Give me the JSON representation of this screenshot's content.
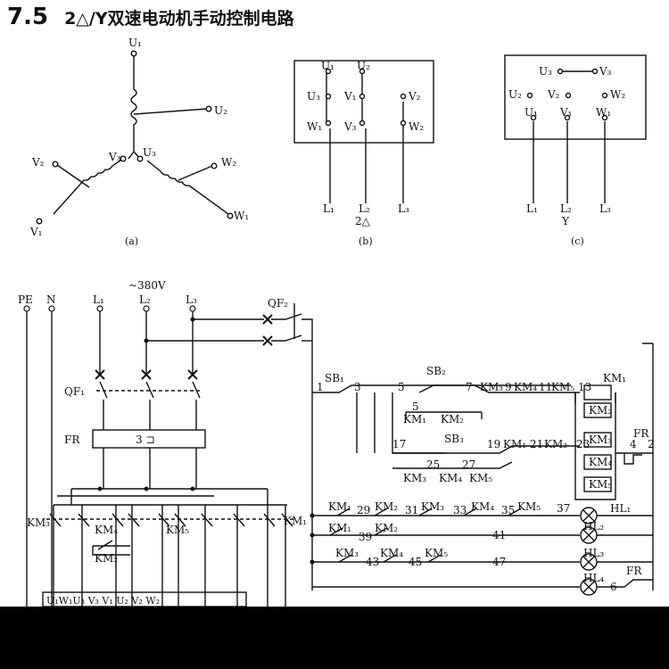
{
  "header": {
    "section_number": "7.5",
    "title": "2△/Y双速电动机手动控制电路"
  },
  "figure_a": {
    "caption": "(a)",
    "terminals": {
      "U1": "U₁",
      "U2": "U₂",
      "U3": "U₃",
      "V1": "V₁",
      "V2": "V₂",
      "V3": "V₃",
      "W1": "W₁",
      "W2": "W₂"
    }
  },
  "figure_b": {
    "caption": "(b)",
    "mode": "2△",
    "terminals": {
      "U1": "U₁",
      "U2": "U₂",
      "U3": "U₃",
      "V1": "V₁",
      "V2": "V₂",
      "V3": "V₃",
      "W1": "W₁",
      "W2": "W₂"
    },
    "lines": [
      "L₁",
      "L₂",
      "L₃"
    ]
  },
  "figure_c": {
    "caption": "(c)",
    "mode": "Y",
    "terminals": {
      "U1": "U₁",
      "U2": "U₂",
      "U3": "U₃",
      "V1": "V₁",
      "V2": "V₂",
      "V3": "V₃",
      "W1": "W₁",
      "W2": "W₂"
    },
    "lines": [
      "L₁",
      "L₂",
      "L₃"
    ]
  },
  "main_circuit": {
    "voltage": "~380V",
    "buses": {
      "pe": "PE",
      "n": "N",
      "l1": "L₁",
      "l2": "L₂",
      "l3": "L₃"
    },
    "qf1": "QF₁",
    "qf2": "QF₂",
    "fr": "FR",
    "fr_box": "3 ⊐",
    "km3": "KM₃",
    "km4": "KM₄",
    "km5": "KM₅",
    "km1": "KM₁",
    "km2": "KM₂",
    "motor_terminals": "U₁W₁U₃    V₃ V₁ U₂  V₂  W₂"
  },
  "control_circuit": {
    "sb1": "SB₁",
    "sb2": "SB₂",
    "sb3": "SB₃",
    "nodes": {
      "n1": "1",
      "n3": "3",
      "n5": "5",
      "n5b": "5",
      "n7": "7",
      "n13": "13",
      "n17": "17",
      "n19": "19",
      "n21": "21",
      "n23": "23",
      "n4": "4",
      "n2": "2",
      "n25": "25",
      "n27": "27",
      "n29": "29",
      "n31": "31",
      "n33": "33",
      "n35": "35",
      "n37": "37",
      "n39": "39",
      "n41": "41",
      "n43": "43",
      "n45": "45",
      "n47": "47",
      "n6": "6",
      "n9": "9",
      "n11": "11"
    },
    "km1": "KM₁",
    "km2": "KM₂",
    "km3": "KM₃",
    "km4": "KM₄",
    "km5": "KM₅",
    "fr": "FR",
    "hl1": "HL₁",
    "hl2": "HL₂",
    "hl3": "HL₃",
    "hl4": "HL₄"
  }
}
